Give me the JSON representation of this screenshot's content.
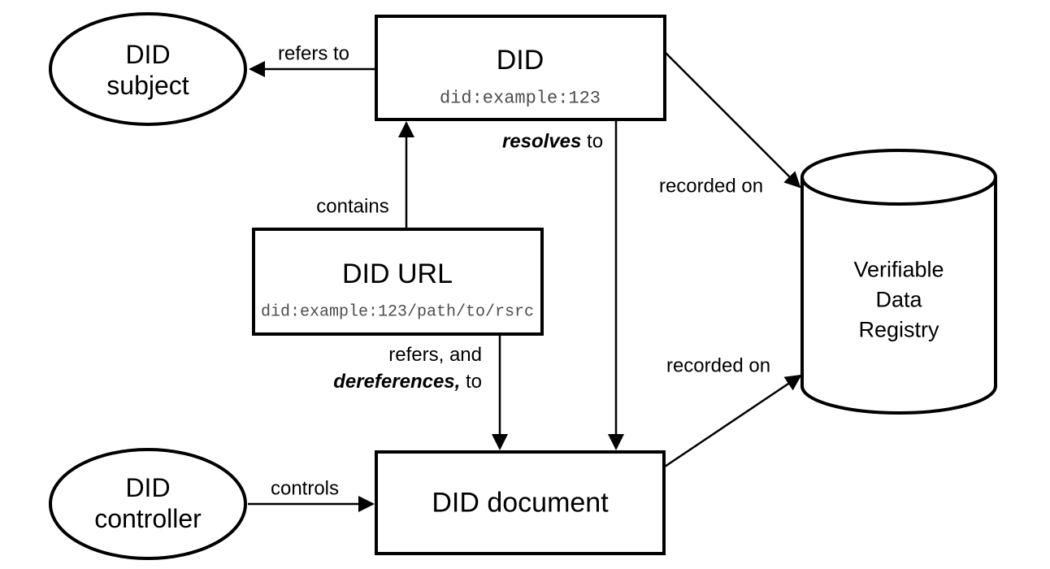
{
  "title": "DID architecture diagram",
  "nodes": {
    "did_subject": {
      "label": "DID\nsubject"
    },
    "did": {
      "title": "DID",
      "code": "did:example:123"
    },
    "did_url": {
      "title": "DID URL",
      "code": "did:example:123/path/to/rsrc"
    },
    "did_document": {
      "label": "DID document"
    },
    "did_controller": {
      "label": "DID\ncontroller"
    },
    "registry": {
      "label": "Verifiable\nData\nRegistry"
    }
  },
  "edges": {
    "refers_to": "refers to",
    "contains": "contains",
    "resolves_emph": "resolves",
    "resolves_rest": " to",
    "recorded_on_top": "recorded on",
    "recorded_on_bottom": "recorded on",
    "refers_and": "refers, and",
    "dereferences_emph": "dereferences,",
    "dereferences_rest": " to",
    "controls": "controls"
  },
  "colors": {
    "line": "#000000",
    "code_text": "#4d4d4d",
    "background": "#ffffff"
  }
}
